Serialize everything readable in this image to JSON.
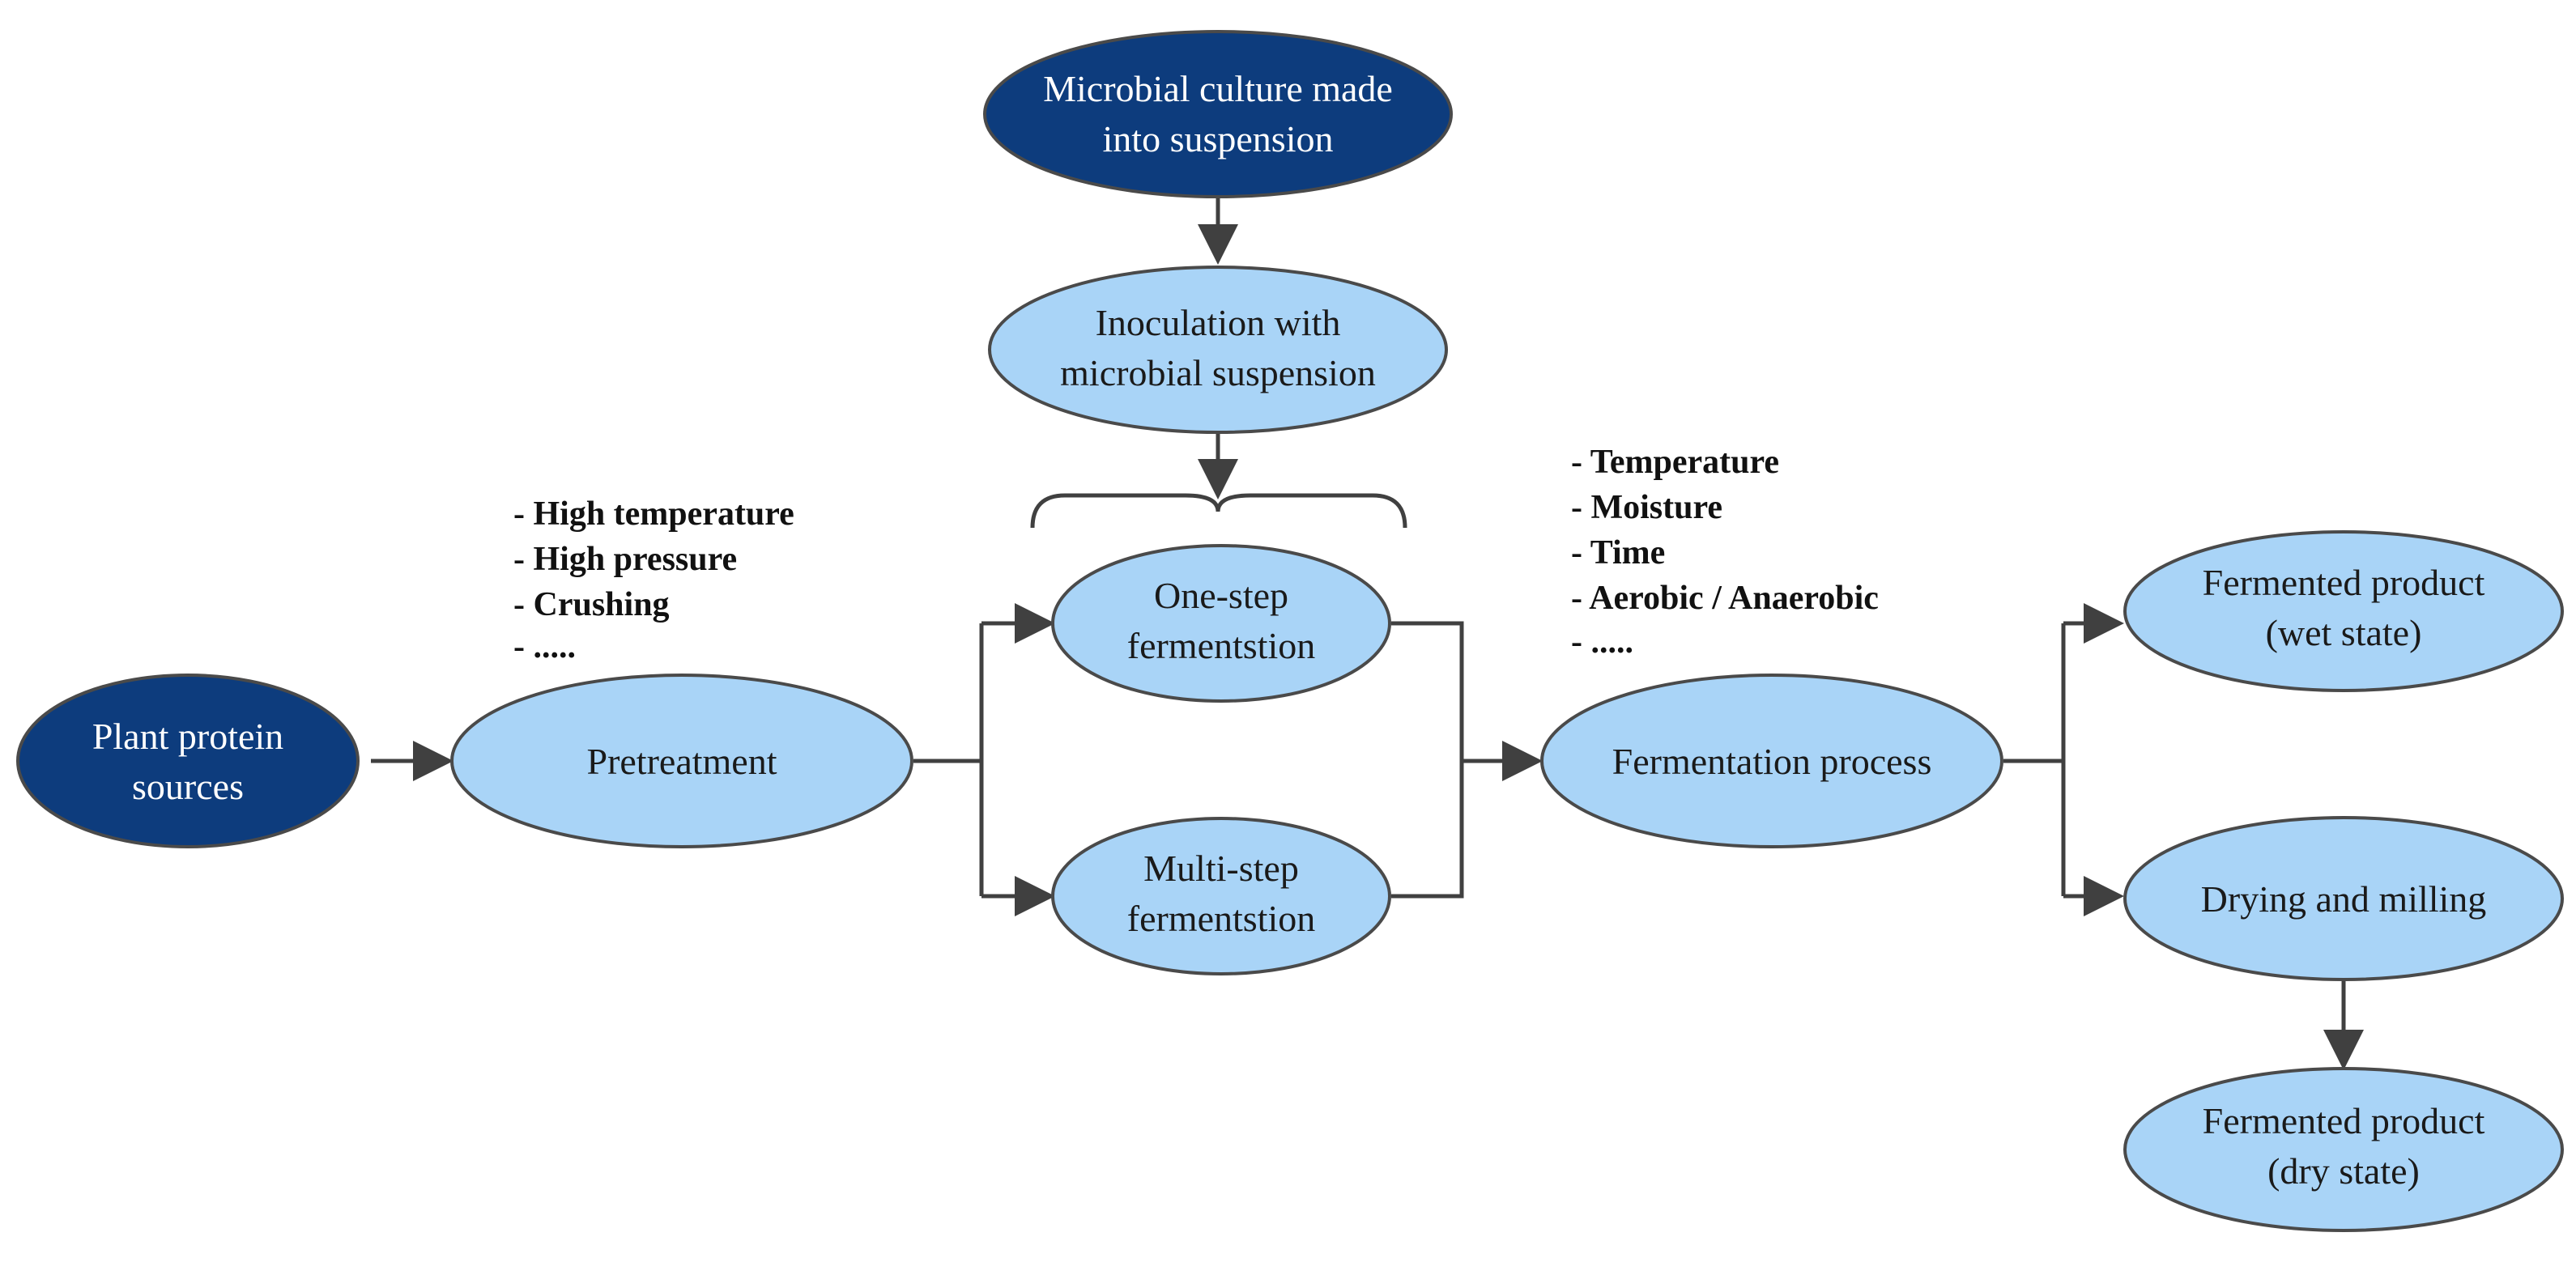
{
  "colors": {
    "dark_node_fill": "#0d3c7d",
    "light_node_fill": "#a9d4f7",
    "node_stroke": "#4a4a4a",
    "edge": "#404040"
  },
  "nodes": {
    "culture": [
      "Microbial culture made",
      "into suspension"
    ],
    "inoculation": [
      "Inoculation with",
      "microbial suspension"
    ],
    "plant": [
      "Plant protein",
      "sources"
    ],
    "pretreatment": [
      "Pretreatment"
    ],
    "one_step": [
      "One-step",
      "fermentstion"
    ],
    "multi_step": [
      "Multi-step",
      "fermentstion"
    ],
    "fermentation": [
      "Fermentation process"
    ],
    "wet": [
      "Fermented product",
      "(wet state)"
    ],
    "drying": [
      "Drying and milling"
    ],
    "dry": [
      "Fermented product",
      "(dry state)"
    ]
  },
  "pretreatment_conditions": [
    "- High temperature",
    "- High pressure",
    "- Crushing",
    "- ....."
  ],
  "fermentation_conditions": [
    "- Temperature",
    "- Moisture",
    "- Time",
    "- Aerobic / Anaerobic",
    "- ....."
  ]
}
